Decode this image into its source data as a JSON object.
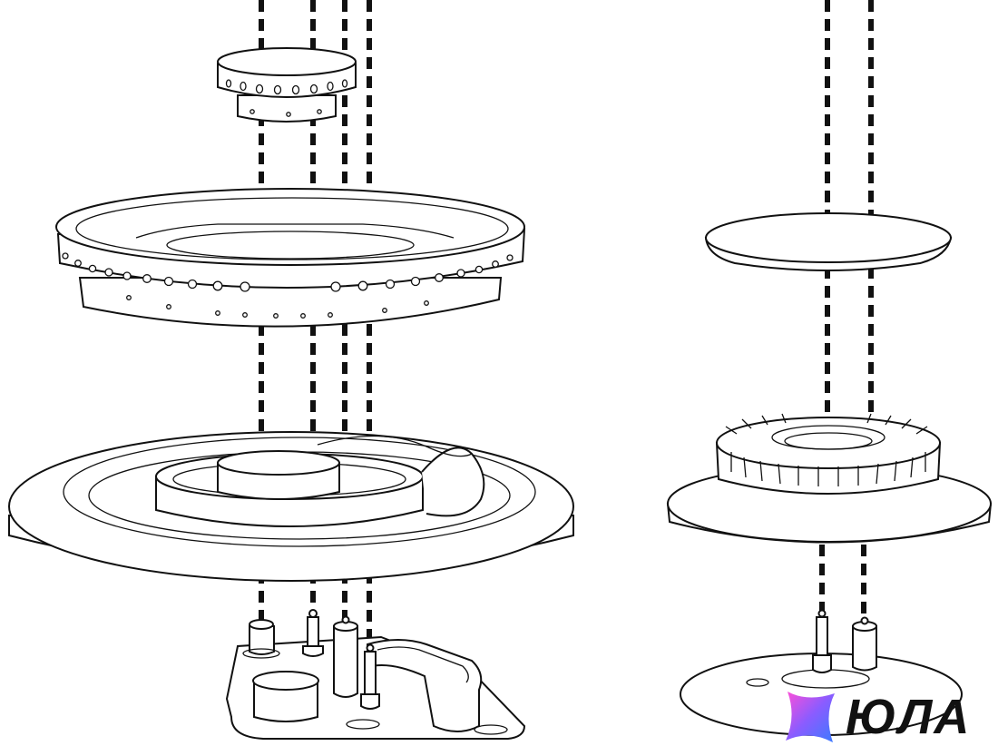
{
  "diagram": {
    "left_assembly": {
      "parts": [
        "small-burner-cap",
        "large-burner-ring",
        "burner-base-tray",
        "injector-bracket"
      ],
      "dashed_guides": 4
    },
    "right_assembly": {
      "parts": [
        "burner-cap-disc",
        "burner-crown",
        "base-plate"
      ],
      "dashed_guides": 2
    }
  },
  "watermark": {
    "brand": "ЮЛА",
    "colors": {
      "gradient_start": "#ff4fd8",
      "gradient_mid": "#8a5cff",
      "gradient_end": "#3a7bff",
      "text": "#111111"
    }
  }
}
